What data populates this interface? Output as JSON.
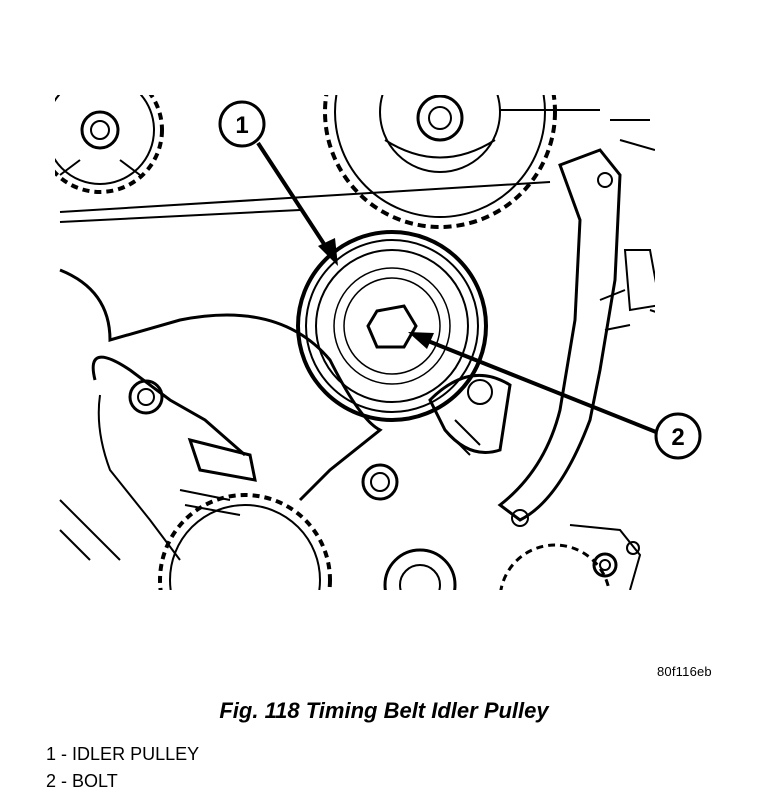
{
  "figure": {
    "code": "80f116eb",
    "caption": "Fig. 118 Timing Belt Idler Pulley"
  },
  "callouts": [
    {
      "number": "1",
      "label": "IDLER PULLEY"
    },
    {
      "number": "2",
      "label": "BOLT"
    }
  ],
  "legend": [
    {
      "number": "1",
      "separator": "-",
      "label": "IDLER PULLEY"
    },
    {
      "number": "2",
      "separator": "-",
      "label": "BOLT"
    }
  ]
}
